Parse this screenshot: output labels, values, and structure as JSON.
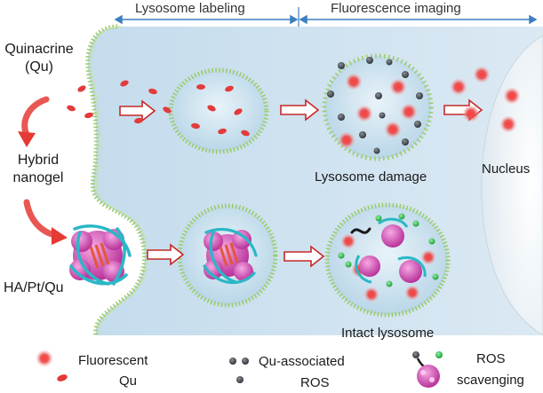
{
  "headers": {
    "lysosome_labeling": "Lysosome labeling",
    "fluorescence_imaging": "Fluorescence imaging"
  },
  "left": {
    "quinacrine_line1": "Quinacrine",
    "quinacrine_line2": "(Qu)",
    "hybrid_line1": "Hybrid",
    "hybrid_line2": "nanogel",
    "ha_pt_qu": "HA/Pt/Qu"
  },
  "captions": {
    "lysosome_damage": "Lysosome damage",
    "nucleus": "Nucleus",
    "intact_lysosome": "Intact lysosome"
  },
  "legend": {
    "fluorescent_line1": "Fluorescent",
    "fluorescent_line2": "Qu",
    "qu_associated_line1": "Qu-associated",
    "qu_associated_line2": "ROS",
    "ros_line1": "ROS",
    "ros_line2": "scavenging"
  },
  "colors": {
    "qu_red": "#e23b3b",
    "membrane_green": "#9ccc65",
    "cell_blue": "#d6e7f2",
    "arrow_red": "#c62828",
    "nanogel_pink": "#d64fb4",
    "ros_dark": "#3a3f44",
    "ros_green": "#33c24d",
    "header_arrow_blue": "#3d7fc2"
  }
}
